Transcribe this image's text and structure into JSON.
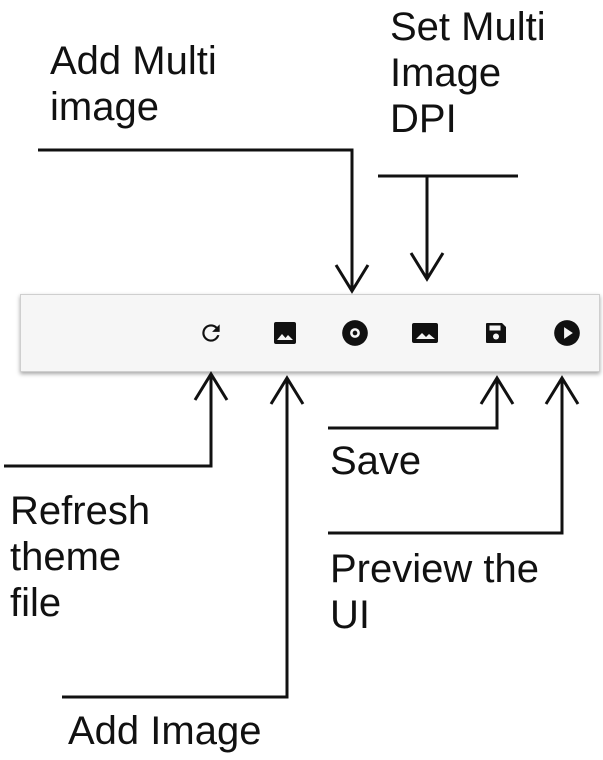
{
  "annotations": {
    "add_multi_image": [
      "Add Multi",
      "image"
    ],
    "set_multi_image_dpi": [
      "Set Multi",
      "Image",
      "DPI"
    ],
    "refresh_theme_file": [
      "Refresh",
      "theme",
      "file"
    ],
    "save": [
      "Save"
    ],
    "preview_ui": [
      "Preview the",
      "UI"
    ],
    "add_image": [
      "Add Image"
    ]
  },
  "toolbar": {
    "buttons": [
      {
        "icon": "refresh-icon"
      },
      {
        "icon": "image-icon"
      },
      {
        "icon": "disc-icon"
      },
      {
        "icon": "image-icon"
      },
      {
        "icon": "save-icon"
      },
      {
        "icon": "play-circle-icon"
      }
    ],
    "colors": {
      "background": "#f6f6f6",
      "icon": "#111111"
    }
  }
}
